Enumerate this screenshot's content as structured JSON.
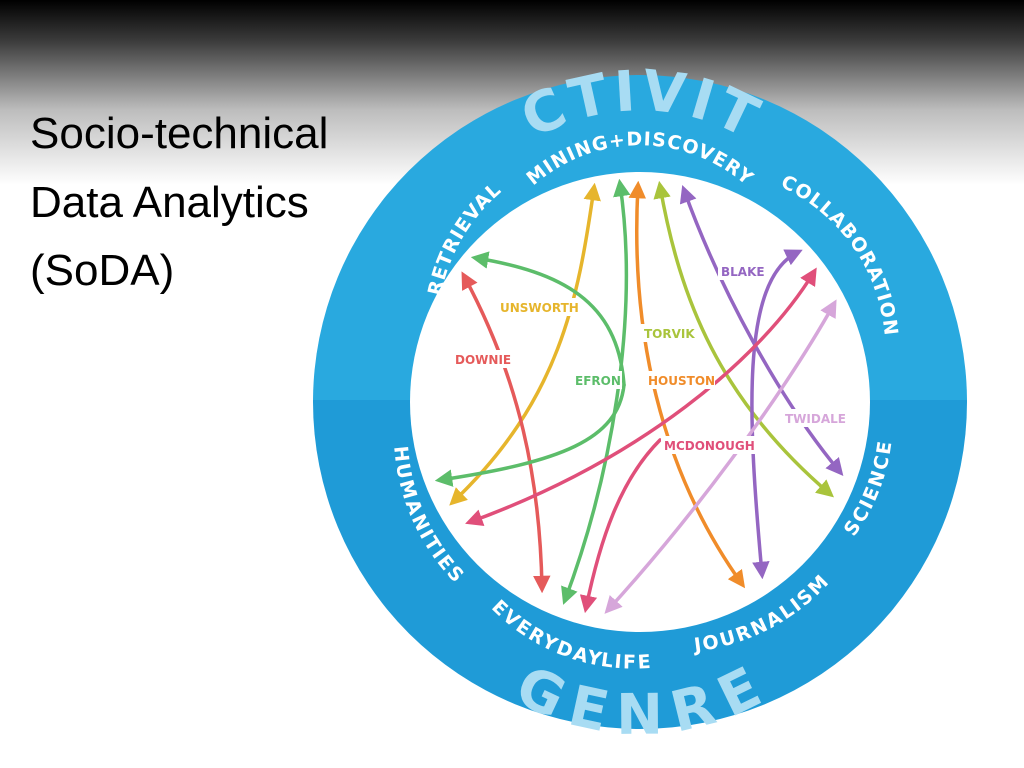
{
  "slide": {
    "title_lines": [
      "Socio-technical",
      "Data Analytics",
      "(SoDA)"
    ]
  },
  "diagram": {
    "top_word": "ACTIVITY",
    "bottom_word": "GENRE",
    "activities": {
      "mining": "MINING+DISCOVERY",
      "retrieval": "RETRIEVAL",
      "collaboration": "COLLABORATION"
    },
    "genres": {
      "humanities": "HUMANITIES",
      "everyday": "EVERYDAY",
      "life": "LIFE",
      "journalism": "JOURNALISM",
      "science": "SCIENCE"
    },
    "researchers": {
      "unsworth": "UNSWORTH",
      "downie": "DOWNIE",
      "efron": "EFRON",
      "torvik": "TORVIK",
      "houston": "HOUSTON",
      "blake": "BLAKE",
      "twidale": "TWIDALE",
      "mcdonough": "MCDONOUGH"
    },
    "colors": {
      "ring_top": "#29a9df",
      "ring_bottom": "#1f9bd7",
      "inner": "#ffffff",
      "unsworth": "#e6b52c",
      "downie": "#e55a5a",
      "efron": "#5cbd6a",
      "torvik": "#a9c43c",
      "houston": "#f08c2a",
      "blake": "#9466c2",
      "twidale": "#d6a6da",
      "mcdonough": "#e04f7a"
    }
  }
}
